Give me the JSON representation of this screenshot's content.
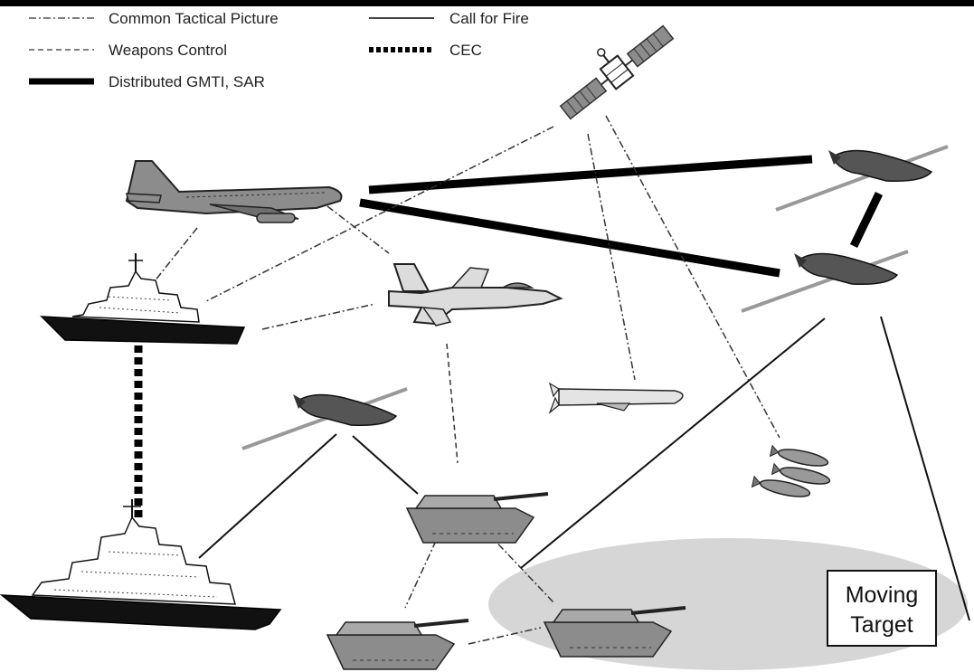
{
  "legend": {
    "common_tactical_picture": "Common Tactical Picture",
    "weapons_control": "Weapons Control",
    "distributed_gmti_sar": "Distributed GMTI, SAR",
    "call_for_fire": "Call for Fire",
    "cec": "CEC"
  },
  "moving_target": {
    "line1": "Moving",
    "line2": "Target"
  },
  "colors": {
    "link": "#111111",
    "platform_fill": "#8c8c8c",
    "platform_dark": "#3a3a3a",
    "platform_light": "#d9d9d9",
    "target_area": "#d6d6d6"
  },
  "icons": [
    "satellite-icon",
    "tanker-aircraft-icon",
    "fighter-jet-icon",
    "uav-icon",
    "destroyer-ship-icon",
    "cruiser-ship-icon",
    "tank-icon",
    "cruise-missile-icon",
    "bombs-icon"
  ]
}
